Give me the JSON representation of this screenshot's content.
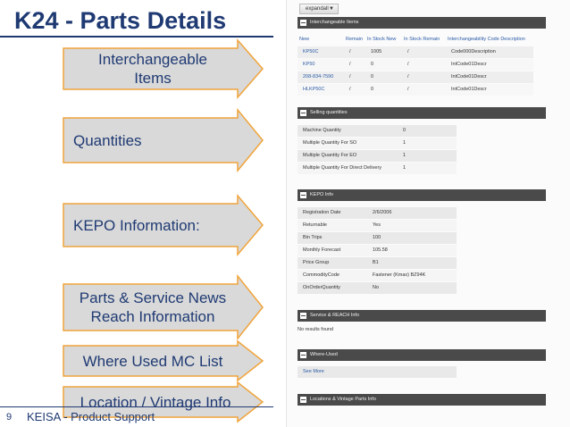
{
  "slide": {
    "title": "K24 - Parts Details",
    "page_number": "9",
    "footer": "KEISA - Product Support"
  },
  "callouts": [
    "Interchangeable Items",
    "Quantities",
    "KEPO Information:",
    "Parts & Service News Reach Information",
    "Where Used MC List",
    "Location / Vintage Info"
  ],
  "colors": {
    "title": "#1f3a73",
    "arrow_fill": "#d9d9d9",
    "arrow_border": "#f0a43a",
    "section_bar": "#4a4a4a",
    "link": "#2a5aa6"
  },
  "panel": {
    "expand_button": "expandall",
    "interchangeable": {
      "title": "Interchangeable Items",
      "headers": [
        "New",
        "Remain",
        "In Stock New",
        "In Stock Remain",
        "Interchangeability Code Description"
      ],
      "rows": [
        [
          "KP50C",
          "/",
          "1005",
          "/",
          "Code000Description"
        ],
        [
          "KP50",
          "/",
          "0",
          "/",
          "IntCode01Descr"
        ],
        [
          "208-834-7590",
          "/",
          "0",
          "/",
          "IntCode01Descr"
        ],
        [
          "HLKP50C",
          "/",
          "0",
          "/",
          "IntCode01Descr"
        ]
      ]
    },
    "selling": {
      "title": "Selling quantities",
      "rows": [
        [
          "Machine Quantity",
          "0"
        ],
        [
          "Multiple Quantity For SO",
          "1"
        ],
        [
          "Multiple Quantity For EO",
          "1"
        ],
        [
          "Multiple Quantity For Direct Delivery",
          "1"
        ]
      ]
    },
    "kepo": {
      "title": "KEPO Info",
      "rows": [
        [
          "Registration Date",
          "2/6/2006"
        ],
        [
          "Returnable",
          "Yes"
        ],
        [
          "Bin Trips",
          "100"
        ],
        [
          "Monthly Forecast",
          "105.58"
        ],
        [
          "Price Group",
          "B1"
        ],
        [
          "CommodityCode",
          "Fastener (Kmax) BZ94K"
        ],
        [
          "OnOrderQuantity",
          "No"
        ]
      ]
    },
    "service": {
      "title": "Service & REACH Info",
      "empty_text": "No results found"
    },
    "where_used": {
      "title": "Where-Used",
      "link": "See More"
    },
    "locations": {
      "title": "Locations & Vintage Parts Info"
    }
  }
}
